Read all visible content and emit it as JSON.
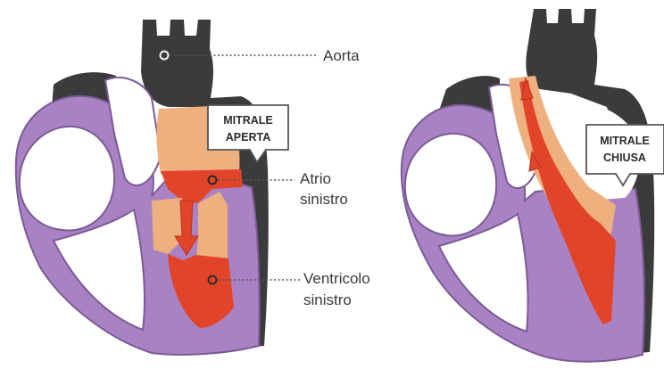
{
  "labels": {
    "aorta": "Aorta",
    "atrio_line1": "Atrio",
    "atrio_line2": "sinistro",
    "ventricolo_line1": "Ventricolo",
    "ventricolo_line2": "sinistro"
  },
  "callouts": {
    "open_line1": "MITRALE",
    "open_line2": "APERTA",
    "closed_line1": "MITRALE",
    "closed_line2": "CHIUSA"
  },
  "colors": {
    "dark_tissue": "#3b3b3b",
    "purple_wall": "#a982c4",
    "purple_border": "#7b5a96",
    "blood_red": "#e2442a",
    "light_orange": "#efb07f",
    "callout_border": "#555555"
  }
}
